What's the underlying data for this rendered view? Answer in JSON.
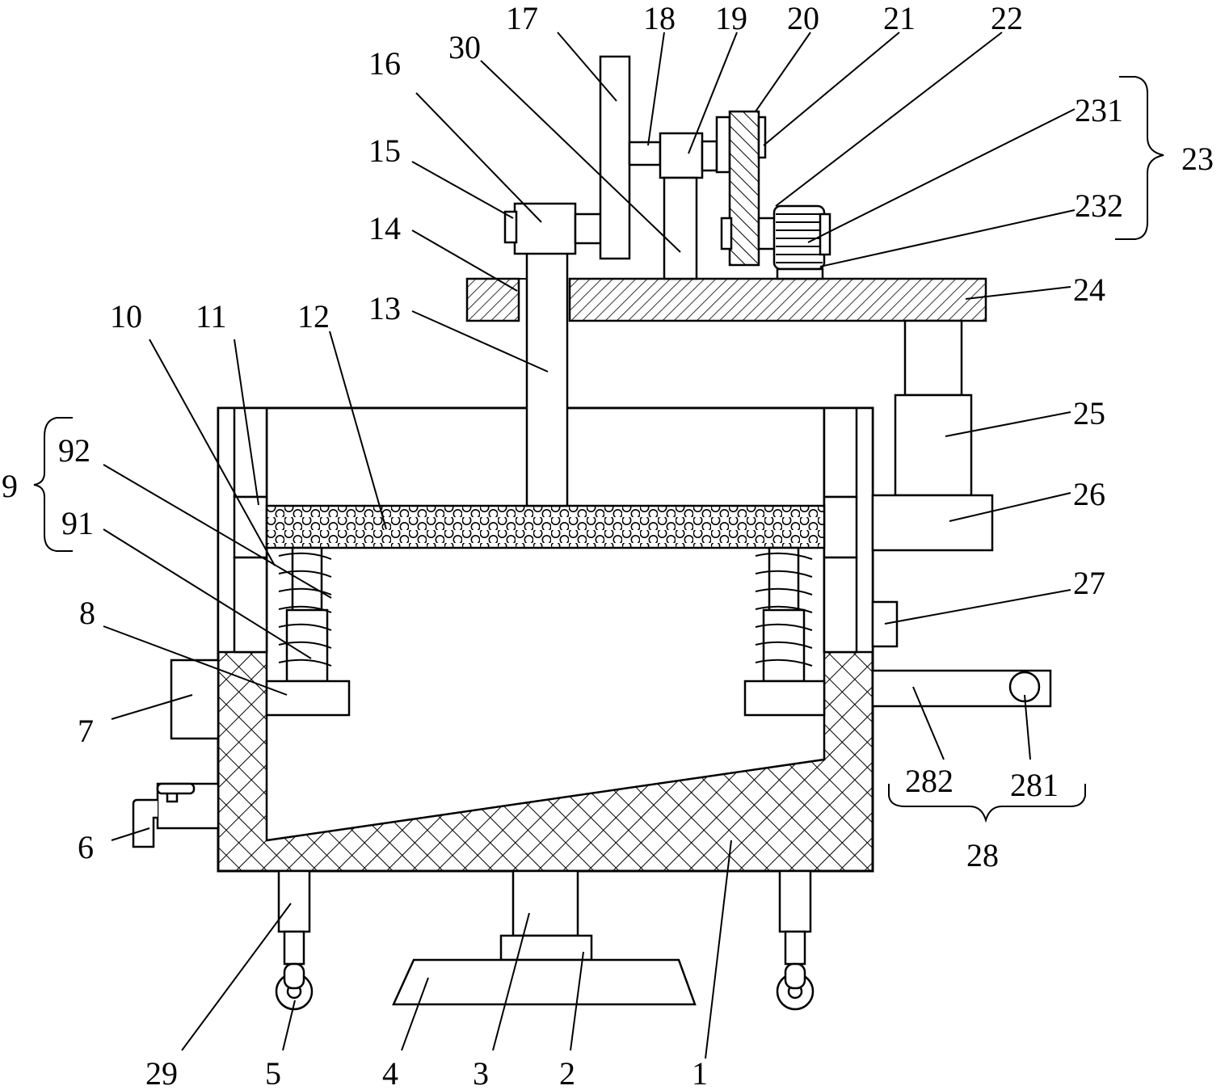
{
  "labels": {
    "l1": "1",
    "l2": "2",
    "l3": "3",
    "l4": "4",
    "l5": "5",
    "l6": "6",
    "l7": "7",
    "l8": "8",
    "l9": "9",
    "l91": "91",
    "l92": "92",
    "l10": "10",
    "l11": "11",
    "l12": "12",
    "l13": "13",
    "l14": "14",
    "l15": "15",
    "l16": "16",
    "l17": "17",
    "l18": "18",
    "l19": "19",
    "l20": "20",
    "l21": "21",
    "l22": "22",
    "l23": "23",
    "l231": "231",
    "l232": "232",
    "l24": "24",
    "l25": "25",
    "l26": "26",
    "l27": "27",
    "l28": "28",
    "l281": "281",
    "l282": "282",
    "l29": "29",
    "l30": "30"
  }
}
